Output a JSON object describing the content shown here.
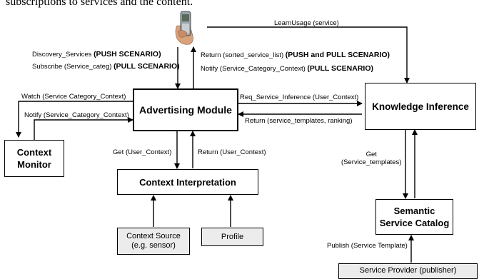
{
  "header_text": "subscriptions to services and the content.",
  "boxes": {
    "advertising_module": "Advertising Module",
    "knowledge_inference": "Knowledge Inference",
    "context_monitor_line1": "Context",
    "context_monitor_line2": "Monitor",
    "context_interpretation": "Context Interpretation",
    "context_source_line1": "Context Source",
    "context_source_line2": "(e.g. sensor)",
    "profile": "Profile",
    "semantic_catalog_line1": "Semantic",
    "semantic_catalog_line2": "Service Catalog",
    "service_provider": "Service Provider (publisher)"
  },
  "labels": {
    "learn_usage": "LearnUsage (service)",
    "discovery_prefix": "Discovery_Services ",
    "discovery_bold": "(PUSH SCENARIO)",
    "subscribe_prefix": "Subscribe (Service_categ) ",
    "subscribe_bold": "(PULL SCENARIO)",
    "return_sorted_prefix": "Return (sorted_service_list) ",
    "return_sorted_bold": "(PUSH and PULL SCENARIO)",
    "notify_right_prefix": "Notify (Service_Category_Context) ",
    "notify_right_bold": "(PULL SCENARIO)",
    "watch": "Watch (Service Category_Context)",
    "notify_left": "Notify (Service_Category_Context)",
    "req_inference": "Req_Service_Inference  (User_Context)",
    "return_templates": "Return (service_templates, ranking)",
    "get_user_context": "Get (User_Context)",
    "return_user_context": "Return (User_Context)",
    "get_templates_line1": "Get",
    "get_templates_line2": "(Service_templates)",
    "publish": "Publish (Service Template)"
  }
}
